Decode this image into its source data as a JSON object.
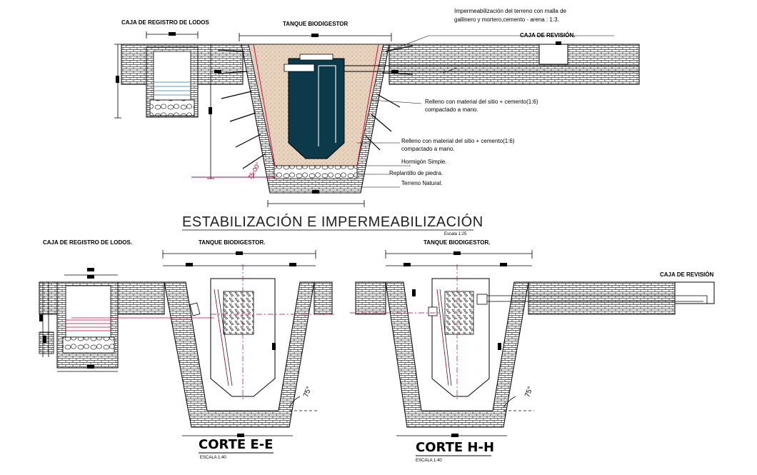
{
  "top_section": {
    "caja_registro_label": "CAJA DE REGISTRO DE LODOS",
    "tanque_label": "TANQUE BIODIGESTOR",
    "caja_revision_label": "CAJA DE REVISIÓN.",
    "impermeabilizacion_line1": "Impermeabilización del terreno con malla de",
    "impermeabilizacion_line2": "gallinero y mortero,cemento - arena : 1:3.",
    "relleno1_line1": "Relleno con material del sitio + cemento(1:6)",
    "relleno1_line2": "compactado a mano.",
    "relleno2_line1": "Relleno con material del sitio + cemento(1:6)",
    "relleno2_line2": "compactado a mano.",
    "hormigon": "Hormigón Simple.",
    "replantillo": "Replantillo de piedra.",
    "terreno": "Terreno Natural.",
    "angle": "75.00°",
    "title": "ESTABILIZACIÓN E IMPERMEABILIZACIÓN",
    "scale": "Escala 1:25"
  },
  "corte_e": {
    "caja_registro_label": "CAJA DE REGISTRO DE LODOS.",
    "tanque_label": "TANQUE BIODIGESTOR.",
    "angle": "75°",
    "title": "CORTE E-E",
    "scale": "ESCALA 1:40"
  },
  "corte_h": {
    "tanque_label": "TANQUE BIODIGESTOR.",
    "caja_revision_label": "CAJA DE REVISIÓN",
    "angle": "75°",
    "title": "CORTE H-H",
    "scale": "ESCALA 1:40"
  },
  "colors": {
    "tank_fill": "#0d3a4a",
    "leader_red": "#c0003a",
    "sand_fill": "#e7d3bd",
    "brick_fill": "#ffffff"
  }
}
